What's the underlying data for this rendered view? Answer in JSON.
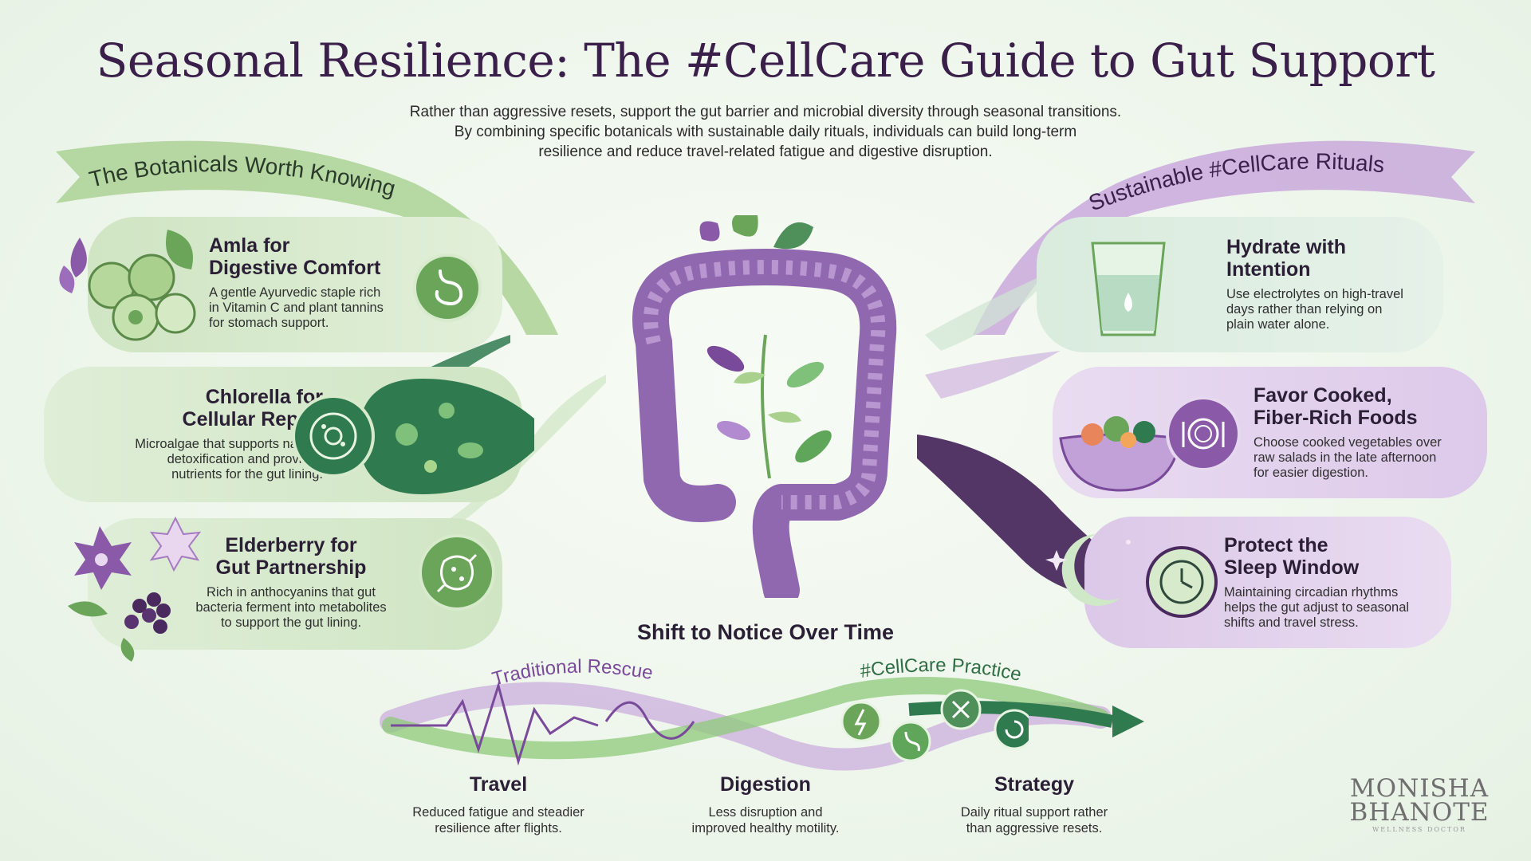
{
  "title": "Seasonal Resilience: The #CellCare Guide to Gut Support",
  "intro": {
    "line1": "Rather than aggressive resets, support the gut barrier and microbial diversity through seasonal transitions.",
    "line2": "By combining specific botanicals with sustainable daily rituals, individuals can build long-term",
    "line3": "resilience and reduce travel-related fatigue and digestive disruption."
  },
  "left_banner": "The Botanicals Worth Knowing",
  "right_banner": "Sustainable #CellCare Rituals",
  "botanicals": [
    {
      "title1": "Amla for",
      "title2": "Digestive Comfort",
      "desc1": "A gentle Ayurvedic staple rich",
      "desc2": "in Vitamin C and plant tannins",
      "desc3": "for stomach support.",
      "icon": "stomach-icon"
    },
    {
      "title1": "Chlorella for",
      "title2": "Cellular Repair",
      "desc1": "Microalgae that supports natural",
      "desc2": "detoxification and provides",
      "desc3": "nutrients for the gut lining.",
      "icon": "cell-icon"
    },
    {
      "title1": "Elderberry for",
      "title2": "Gut Partnership",
      "desc1": "Rich in anthocyanins that gut",
      "desc2": "bacteria ferment into metabolites",
      "desc3": "to support the gut lining.",
      "icon": "microbe-icon"
    }
  ],
  "rituals": [
    {
      "title1": "Hydrate with",
      "title2": "Intention",
      "desc1": "Use electrolytes on high-travel",
      "desc2": "days rather than relying on",
      "desc3": "plain water alone.",
      "icon": "water-glass-icon"
    },
    {
      "title1": "Favor Cooked,",
      "title2": "Fiber-Rich Foods",
      "desc1": "Choose cooked vegetables over",
      "desc2": "raw salads in the late afternoon",
      "desc3": "for easier digestion.",
      "icon": "plate-icon"
    },
    {
      "title1": "Protect the",
      "title2": "Sleep Window",
      "desc1": "Maintaining circadian rhythms",
      "desc2": "helps the gut adjust to seasonal",
      "desc3": "shifts and travel stress.",
      "icon": "clock-icon"
    }
  ],
  "shift": {
    "title": "Shift to Notice Over Time",
    "traditional_label": "Traditional Rescue",
    "cellcare_label": "#CellCare Practice"
  },
  "outcomes": [
    {
      "title": "Travel",
      "desc1": "Reduced fatigue and steadier",
      "desc2": "resilience after flights."
    },
    {
      "title": "Digestion",
      "desc1": "Less disruption and",
      "desc2": "improved healthy motility."
    },
    {
      "title": "Strategy",
      "desc1": "Daily ritual support rather",
      "desc2": "than aggressive resets."
    }
  ],
  "logo": {
    "line1": "MONISHA",
    "line2": "BHANOTE",
    "line3": "WELLNESS DOCTOR"
  },
  "colors": {
    "green": "#6aa55a",
    "dark_green": "#2f6e45",
    "purple": "#8a5aa8",
    "dark_purple": "#4a2a5e",
    "lavender": "#e6d8ee",
    "mint": "#dfeed7"
  }
}
